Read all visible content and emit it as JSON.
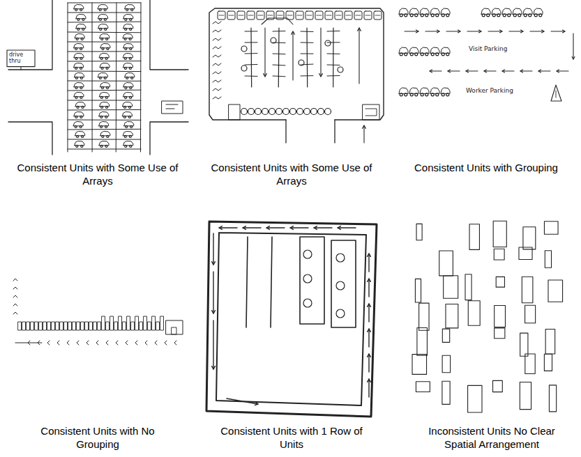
{
  "diagram": {
    "labels": [
      "Consistent Units with Some Use of Arrays",
      "Consistent Units with Some Use of Arrays",
      "Consistent Units with Grouping",
      "Consistent Units with No Grouping",
      "Consistent Units with 1 Row of Units",
      "Inconsistent Units No Clear Spatial Arrangement",
      "drive thru",
      "Visit Parking",
      "Worker Parking"
    ]
  }
}
